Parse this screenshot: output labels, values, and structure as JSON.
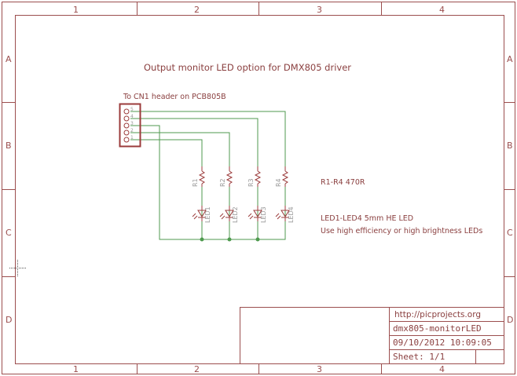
{
  "frame": {
    "columns": [
      "1",
      "2",
      "3",
      "4"
    ],
    "rows": [
      "A",
      "B",
      "C",
      "D"
    ]
  },
  "notes": {
    "title": "Output monitor LED option for DMX805 driver",
    "header_label": "To CN1 header on PCB805B",
    "resistor_note": "R1-R4   470R",
    "led_note": "LED1-LED4  5mm HE LED",
    "led_note2": "Use high efficiency or high brightness LEDs"
  },
  "connector": {
    "pins": [
      "5",
      "4",
      "3",
      "2",
      "1"
    ]
  },
  "resistors": [
    "R1",
    "R2",
    "R3",
    "R4"
  ],
  "leds": [
    "LED1",
    "LED2",
    "LED3",
    "LED4"
  ],
  "title_block": {
    "url": "http://picprojects.org",
    "name": "dmx805-monitorLED",
    "date": "09/10/2012 10:09:05",
    "sheet": "Sheet: 1/1"
  },
  "colors": {
    "frame": "#9b4e4e",
    "wire": "#4f9a4f"
  }
}
